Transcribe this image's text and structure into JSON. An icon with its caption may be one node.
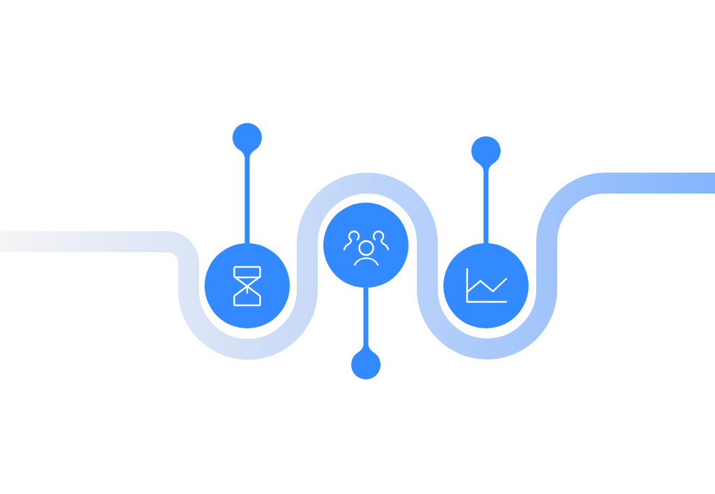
{
  "diagram": {
    "nodes": [
      {
        "text": [],
        "shape": "circle"
      },
      {
        "text": [],
        "shape": "circle"
      },
      {
        "text": [],
        "shape": "circle"
      },
      {
        "text": [],
        "shape": "circle"
      },
      {
        "text": [],
        "shape": "circle"
      },
      {
        "text": [],
        "shape": "circle"
      }
    ],
    "edges": [
      {
        "from": 0,
        "to": 1,
        "arrow": "none"
      },
      {
        "from": 2,
        "to": 3,
        "arrow": "none"
      },
      {
        "from": 4,
        "to": 5,
        "arrow": "none"
      }
    ]
  }
}
